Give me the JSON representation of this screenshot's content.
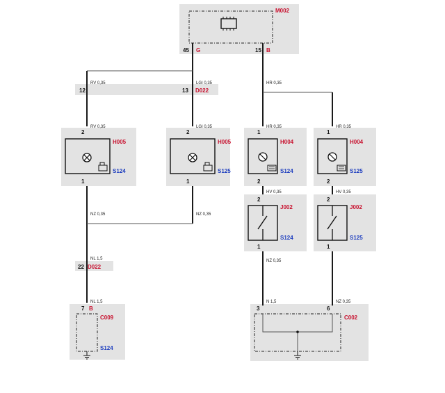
{
  "components": {
    "m002": {
      "id": "M002",
      "pin_left": "45",
      "pin_left_code": "G",
      "pin_right": "15",
      "pin_right_code": "B"
    },
    "x_connector_top": {
      "id": "D022",
      "pin_left": "12",
      "pin_right": "13"
    },
    "h005_left": {
      "id": "H005",
      "pin_top": "2",
      "pin_bottom": "1",
      "loc": "S124"
    },
    "h005_right": {
      "id": "H005",
      "pin_top": "2",
      "pin_bottom": "1",
      "loc": "S125"
    },
    "h004_left": {
      "id": "H004",
      "pin_top": "1",
      "pin_bottom": "2",
      "loc": "S124"
    },
    "h004_right": {
      "id": "H004",
      "pin_top": "1",
      "pin_bottom": "2",
      "loc": "S125"
    },
    "j002_left": {
      "id": "J002",
      "pin_top": "2",
      "pin_bottom": "1",
      "loc": "S124"
    },
    "j002_right": {
      "id": "J002",
      "pin_top": "2",
      "pin_bottom": "1",
      "loc": "S125"
    },
    "x_connector_mid": {
      "id": "D022",
      "pin": "22"
    },
    "c009": {
      "id": "C009",
      "pin": "7",
      "pin_code": "B",
      "loc": "S124"
    },
    "c002": {
      "id": "C002",
      "pin_left": "3",
      "pin_right": "6"
    }
  },
  "wires": {
    "rv_top": "RV 0,35",
    "lgi_top": "LGI 0,35",
    "hr_top": "HR 0,35",
    "rv_h005": "RV 0,35",
    "lgi_h005": "LGI 0,35",
    "hr_h004_l": "HR 0,35",
    "hr_h004_r": "HR 0,35",
    "nz_left": "NZ 0,35",
    "nz_mid": "NZ 0,35",
    "hv_left": "HV 0,35",
    "hv_right": "HV 0,35",
    "nl_upper": "NL 1,5",
    "nl_lower": "NL 1,5",
    "nz_j002": "NZ 0,35",
    "n_c002": "N 1,5",
    "nz_c002": "NZ 0,35"
  }
}
